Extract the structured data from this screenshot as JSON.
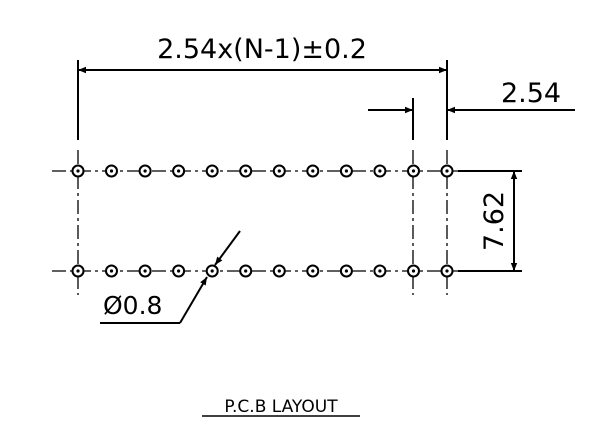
{
  "dimensions": {
    "overall_width": "2.54x(N-1)±0.2",
    "pitch": "2.54",
    "row_spacing": "7.62",
    "hole_diameter": "Ø0.8"
  },
  "caption": "P.C.B LAYOUT",
  "layout": {
    "rows": 2,
    "holes_per_row": 12
  }
}
